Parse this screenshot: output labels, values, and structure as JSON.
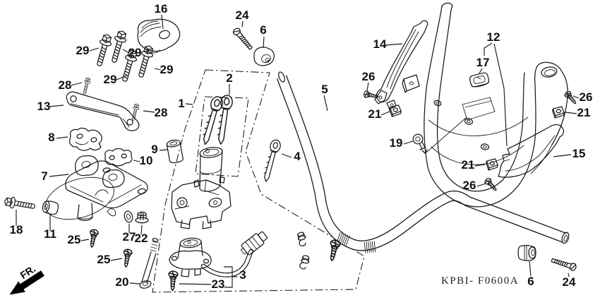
{
  "diagram_code": "KPBI- F0600A",
  "direction_label": "FR.",
  "colors": {
    "line": "#1a1a1a",
    "background": "#ffffff"
  },
  "part_labels": [
    "16",
    "24",
    "6",
    "29",
    "29",
    "29",
    "29",
    "28",
    "13",
    "28",
    "1",
    "2",
    "5",
    "14",
    "12",
    "17",
    "26",
    "21",
    "26",
    "21",
    "19",
    "15",
    "21",
    "26",
    "8",
    "9",
    "10",
    "7",
    "4",
    "18",
    "11",
    "25",
    "27",
    "22",
    "25",
    "20",
    "23",
    "3",
    "6",
    "24"
  ]
}
